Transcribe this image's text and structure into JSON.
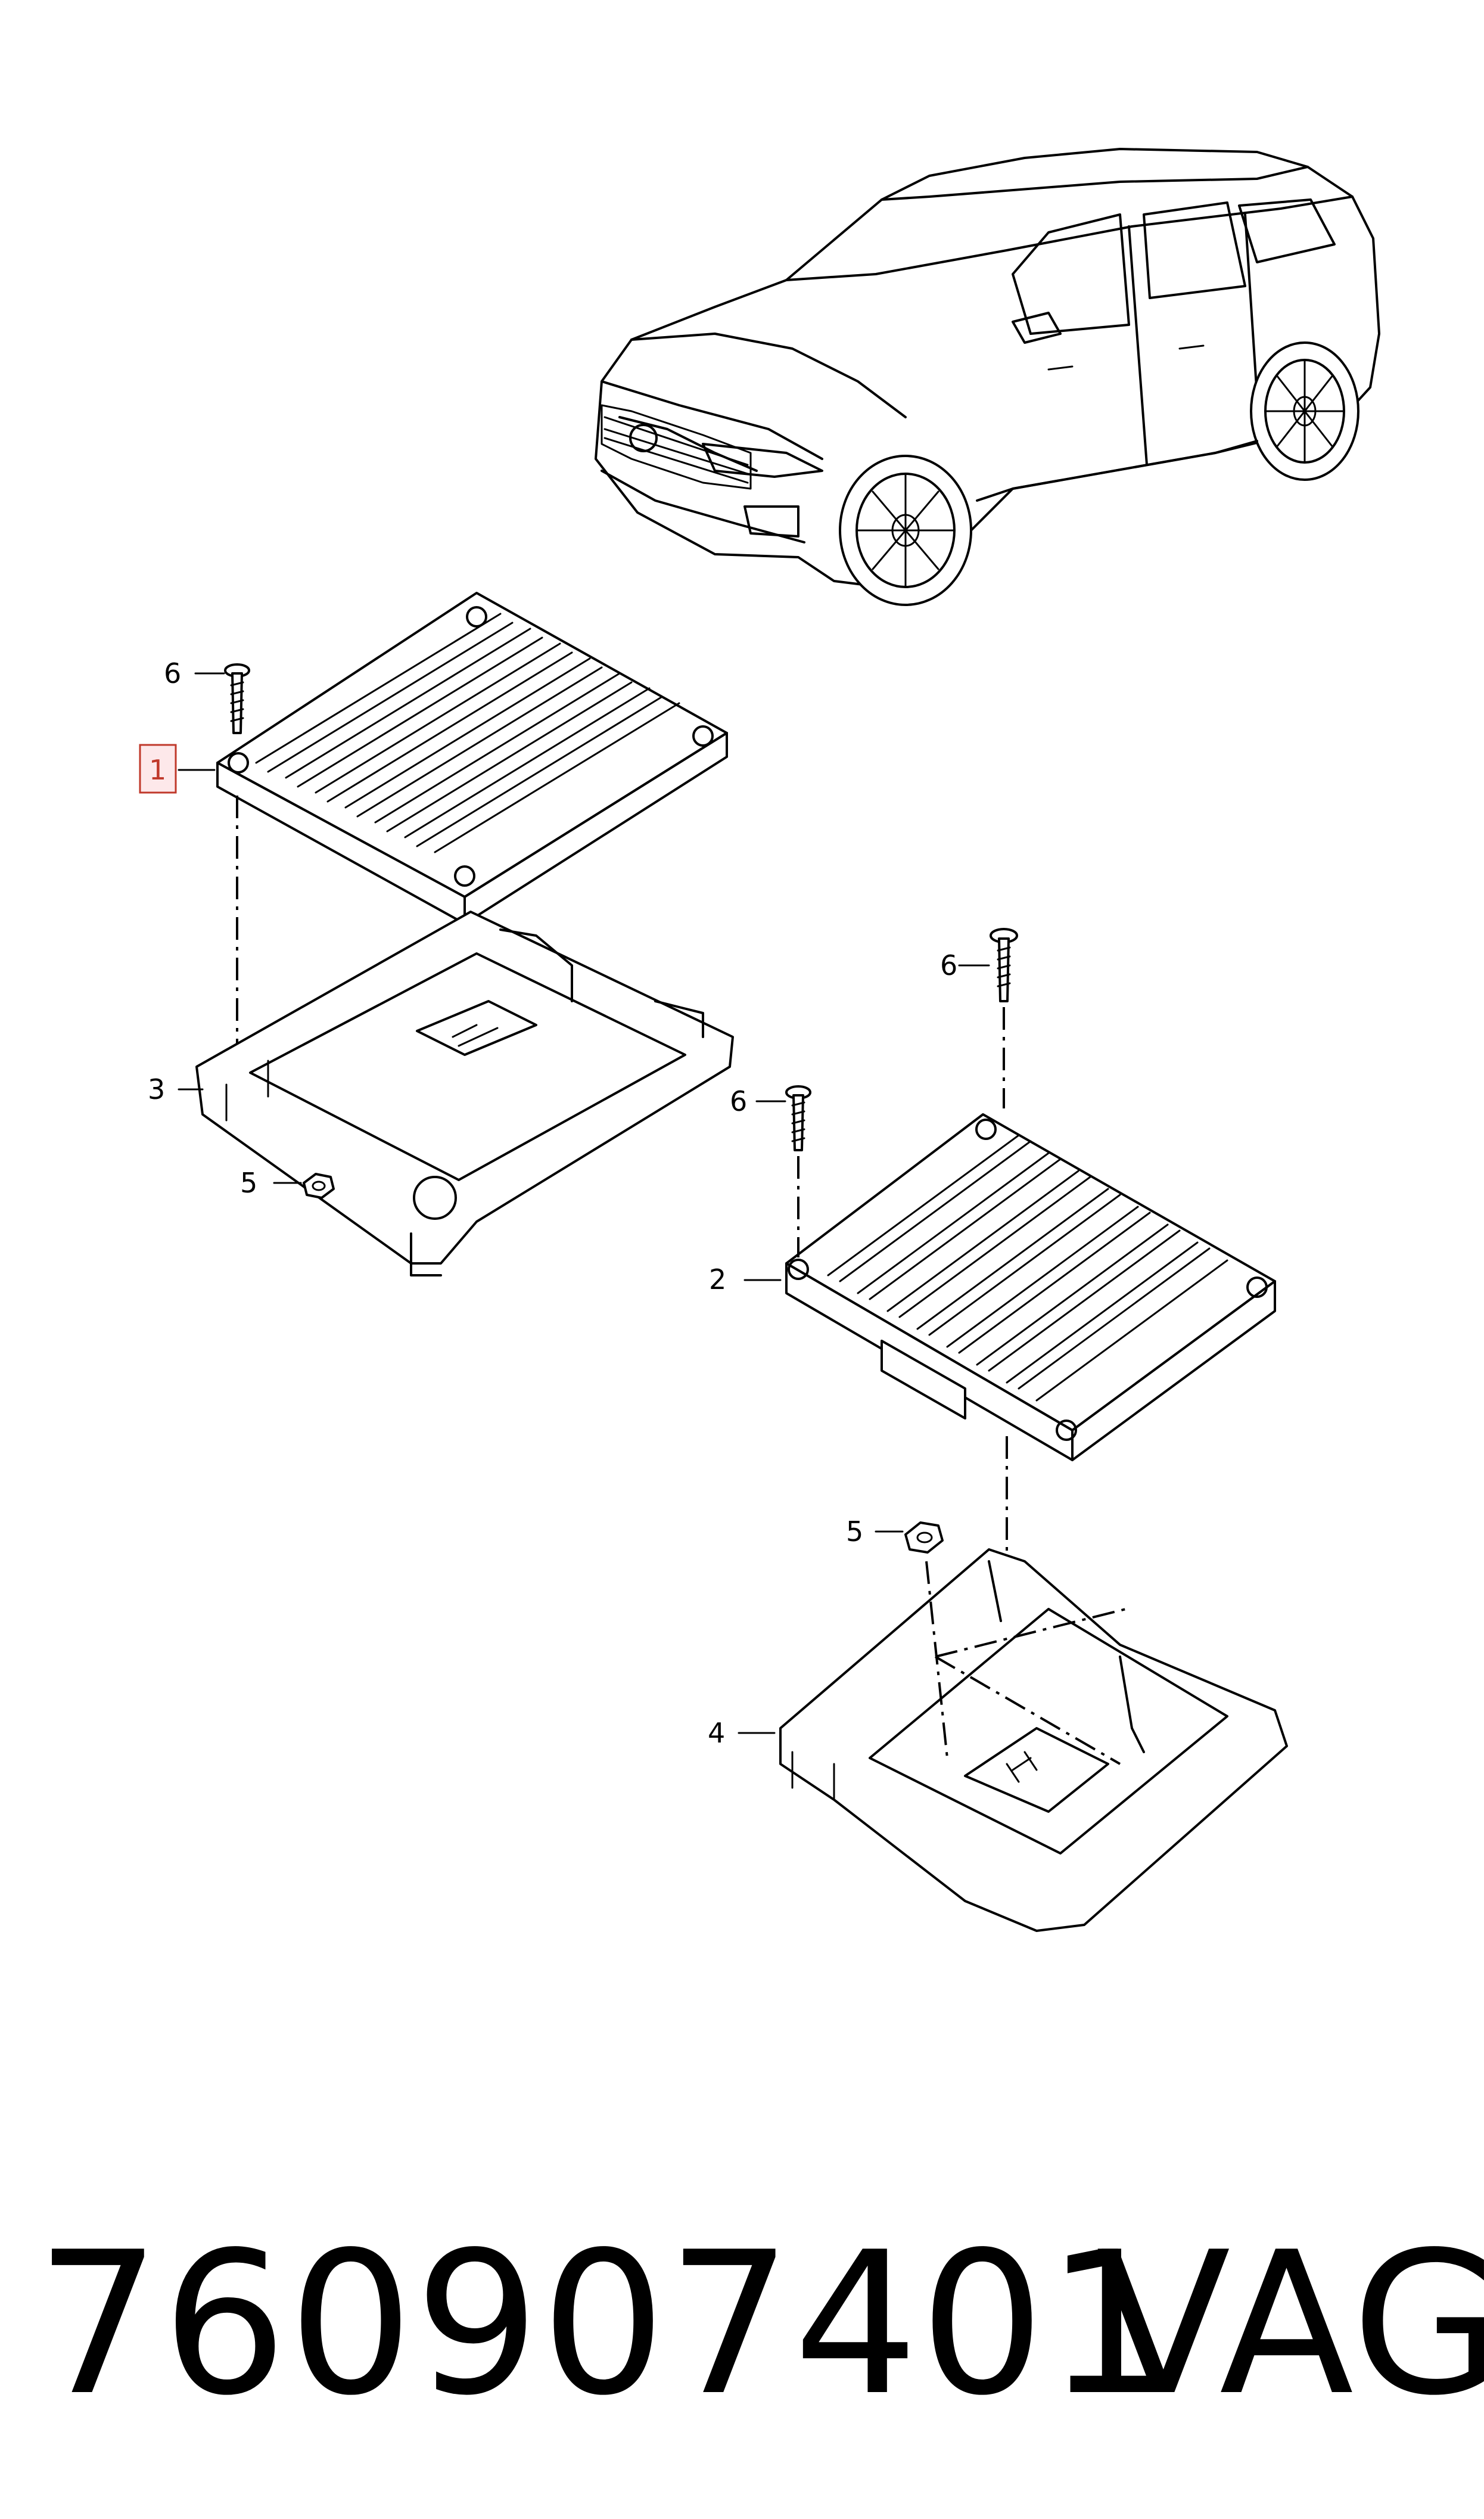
{
  "callouts": [
    {
      "id": "1",
      "label": "1",
      "highlighted": true
    },
    {
      "id": "2",
      "label": "2",
      "highlighted": false
    },
    {
      "id": "3",
      "label": "3",
      "highlighted": false
    },
    {
      "id": "4",
      "label": "4",
      "highlighted": false
    },
    {
      "id": "5a",
      "label": "5",
      "highlighted": false
    },
    {
      "id": "5b",
      "label": "5",
      "highlighted": false
    },
    {
      "id": "6a",
      "label": "6",
      "highlighted": false
    },
    {
      "id": "6b",
      "label": "6",
      "highlighted": false
    },
    {
      "id": "6c",
      "label": "6",
      "highlighted": false
    }
  ],
  "footer": {
    "part_number": "760907401",
    "brand": "VAG"
  },
  "colors": {
    "line": "#000000",
    "highlight": "#c0392b",
    "highlight_fill": "#fde8ea",
    "background": "#ffffff"
  }
}
